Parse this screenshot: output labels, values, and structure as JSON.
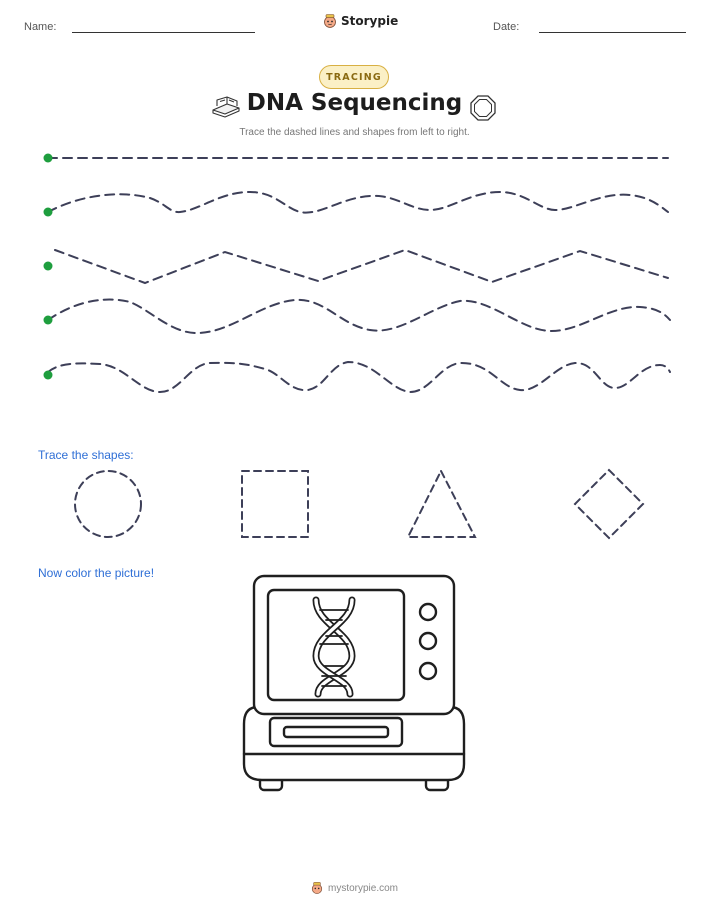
{
  "header": {
    "name_label": "Name:",
    "date_label": "Date:",
    "brand": "Storypie"
  },
  "worksheet": {
    "badge": "TRACING",
    "title": "DNA Sequencing",
    "subtitle": "Trace the dashed lines and shapes from left to right."
  },
  "tracing_lines": [
    {
      "pattern": "straight",
      "start_dot_color": "#1e9e3e"
    },
    {
      "pattern": "wave",
      "start_dot_color": "#1e9e3e"
    },
    {
      "pattern": "zigzag",
      "start_dot_color": "#1e9e3e"
    },
    {
      "pattern": "smooth-wave",
      "start_dot_color": "#1e9e3e"
    },
    {
      "pattern": "loop-wave",
      "start_dot_color": "#1e9e3e"
    }
  ],
  "shapes_section": {
    "label": "Trace the shapes:",
    "shapes": [
      "circle",
      "square",
      "triangle",
      "diamond"
    ]
  },
  "coloring_section": {
    "label": "Now color the picture!",
    "picture": "dna-sequencer-machine"
  },
  "footer": {
    "site": "mystorypie.com"
  },
  "colors": {
    "dash": "#3d3f58",
    "accent_blue": "#2f6fd6",
    "dot_green": "#1e9e3e"
  }
}
